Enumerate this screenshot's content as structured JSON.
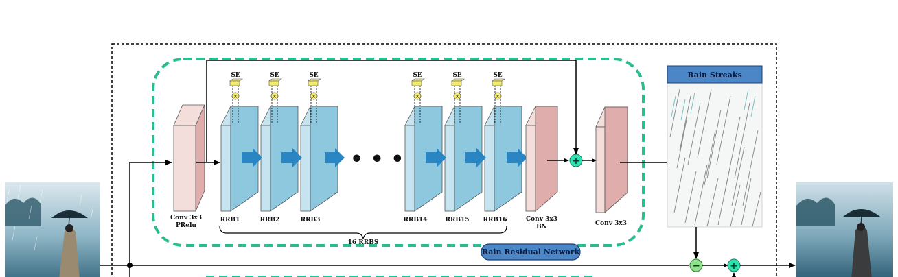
{
  "diagram": {
    "input_stage": {
      "conv_label": "Conv 3x3",
      "act_label": "PRelu"
    },
    "blocks": [
      "RRB1",
      "RRB2",
      "RRB3",
      "RRB14",
      "RRB15",
      "RRB16"
    ],
    "se_label": "SE",
    "ellipsis": "•  •  •",
    "brace_label": "16 RRBS",
    "final_block": {
      "conv_label": "Conv 3x3",
      "norm_label": "BN"
    },
    "output_conv_label": "Conv 3x3",
    "network_badge": "Rain Residual Network",
    "rain_panel_title": "Rain Streaks",
    "operators": {
      "add": "+",
      "subtract": "−",
      "multiply": "×"
    },
    "colors": {
      "rrb_face": "#8ec8de",
      "rrb_side": "#c6e4ef",
      "conv_face": "#dfaeac",
      "conv_side": "#f4dedb",
      "arrow_fill": "#2a86c2",
      "dashed_teal": "#2bbd92",
      "add_node": "#33e0b0",
      "sub_node": "#8fe08f",
      "badge_fill": "#4b86c7",
      "se_fill": "#f3ec6c"
    },
    "icons": [
      "rainy-photo-icon",
      "derained-photo-icon",
      "rain-streaks-icon"
    ]
  }
}
